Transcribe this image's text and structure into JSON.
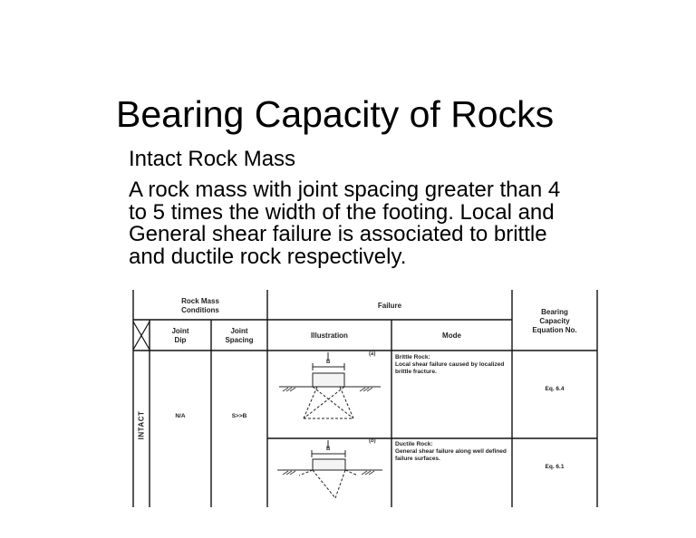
{
  "slide": {
    "title": "Bearing Capacity of Rocks",
    "subtitle": "Intact Rock Mass",
    "paragraph": "A rock mass with joint spacing greater than 4\nto 5 times the width of the footing. Local and\nGeneral shear failure is associated to  brittle\nand ductile rock respectively."
  },
  "table": {
    "headers": {
      "rock_mass_conditions": "Rock Mass\nConditions",
      "failure": "Failure",
      "bearing_capacity": "Bearing\nCapacity\nEquation No.",
      "joint_dip": "Joint\nDip",
      "joint_spacing": "Joint\nSpacing",
      "illustration": "Illustration",
      "mode": "Mode"
    },
    "row_group_label": "INTACT",
    "joint_dip_value": "N/A",
    "joint_spacing_value": "S>>B",
    "rows": [
      {
        "tag": "(a)",
        "footing_label": "B",
        "mode_title": "Brittle Rock:",
        "mode_text": "Local shear failure caused by localized brittle fracture.",
        "equation": "Eq. 6.4"
      },
      {
        "tag": "(b)",
        "footing_label": "B",
        "mode_title": "Ductile Rock:",
        "mode_text": "General shear failure along well defined failure surfaces.",
        "equation": "Eq. 6.1"
      }
    ]
  }
}
